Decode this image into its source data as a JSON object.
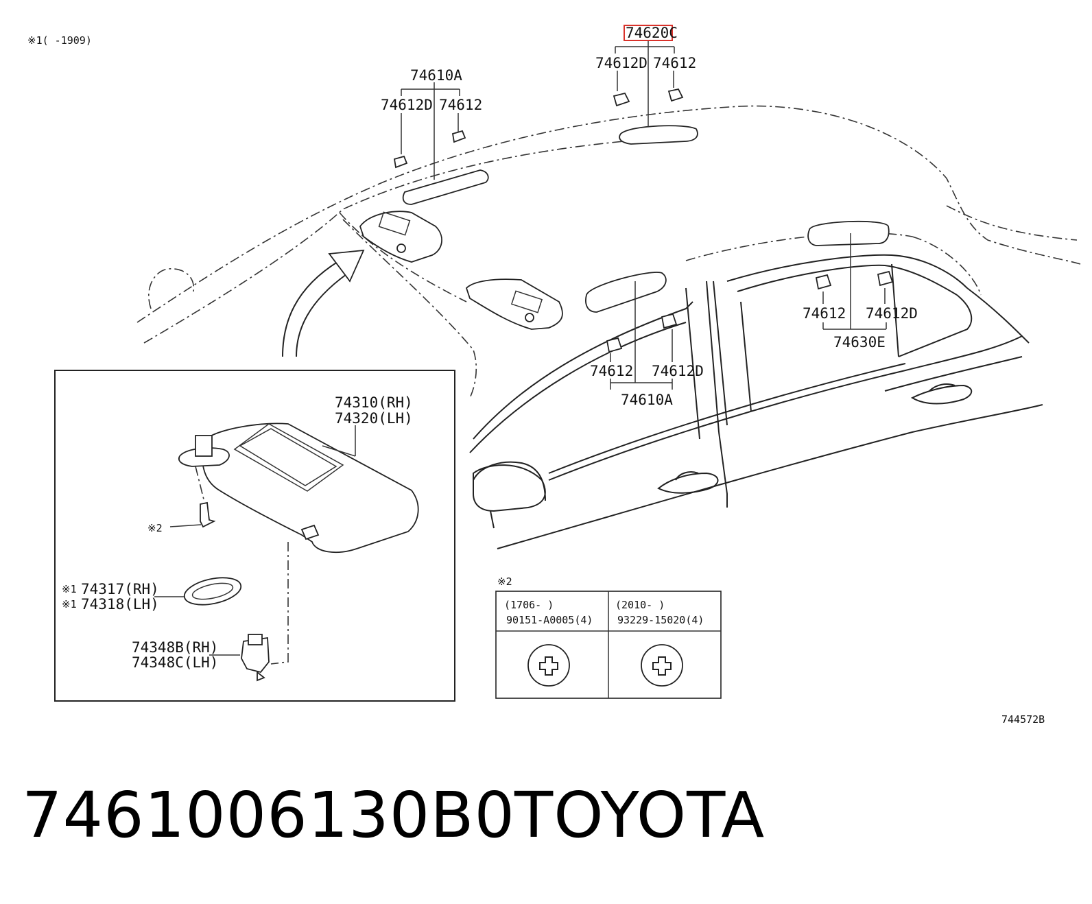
{
  "notes": {
    "note1": "※1(    -1909)",
    "note2": "※2",
    "ref_code": "744572B"
  },
  "labels": {
    "p74620C": "74620C",
    "p74612D_top": "74612D",
    "p74612_top": "74612",
    "p74610A_top": "74610A",
    "p74612D_left": "74612D",
    "p74612_left": "74612",
    "p74612_mid": "74612",
    "p74612D_mid": "74612D",
    "p74610A_mid": "74610A",
    "p74612_right": "74612",
    "p74612D_right": "74612D",
    "p74630E": "74630E",
    "visor_rh": "74310(RH)",
    "visor_lh": "74320(LH)",
    "screw_note": "※2",
    "mirror_rh_mark": "※1",
    "mirror_rh": "74317(RH)",
    "mirror_lh_mark": "※1",
    "mirror_lh": "74318(LH)",
    "holder_rh": "74348B(RH)",
    "holder_lh": "74348C(LH)"
  },
  "screw_table": {
    "title": "※2",
    "columns": [
      {
        "date": "(1706-      )",
        "part": "90151-A0005(4)"
      },
      {
        "date": "(2010-      )",
        "part": "93229-15020(4)"
      }
    ]
  },
  "footer": {
    "part_number": "7461006130B0",
    "brand": "TOYOTA"
  },
  "colors": {
    "highlight": "#d9322b",
    "line": "#222222"
  }
}
